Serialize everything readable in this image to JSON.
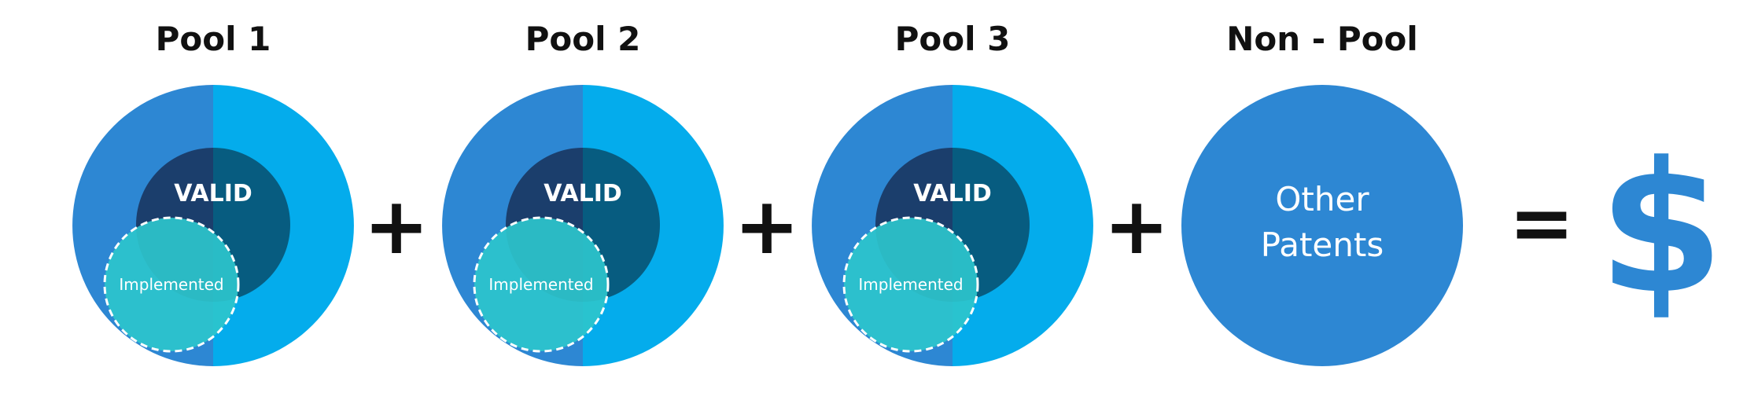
{
  "colors": {
    "outer_left": "#2d87d3",
    "outer_right": "#04acec",
    "valid_left": "#1b3e6c",
    "valid_right": "#075c80",
    "implemented": "#2dc4cc",
    "non_pool": "#2d87d3",
    "dollar": "#2d87d3",
    "text_dark": "#111111"
  },
  "pools": [
    {
      "title": "Pool 1",
      "valid_label": "VALID",
      "implemented_label": "Implemented"
    },
    {
      "title": "Pool 2",
      "valid_label": "VALID",
      "implemented_label": "Implemented"
    },
    {
      "title": "Pool 3",
      "valid_label": "VALID",
      "implemented_label": "Implemented"
    }
  ],
  "non_pool": {
    "title": "Non - Pool",
    "label_line1": "Other",
    "label_line2": "Patents"
  },
  "operators": {
    "plus": "+",
    "equals": "=",
    "result": "$"
  }
}
